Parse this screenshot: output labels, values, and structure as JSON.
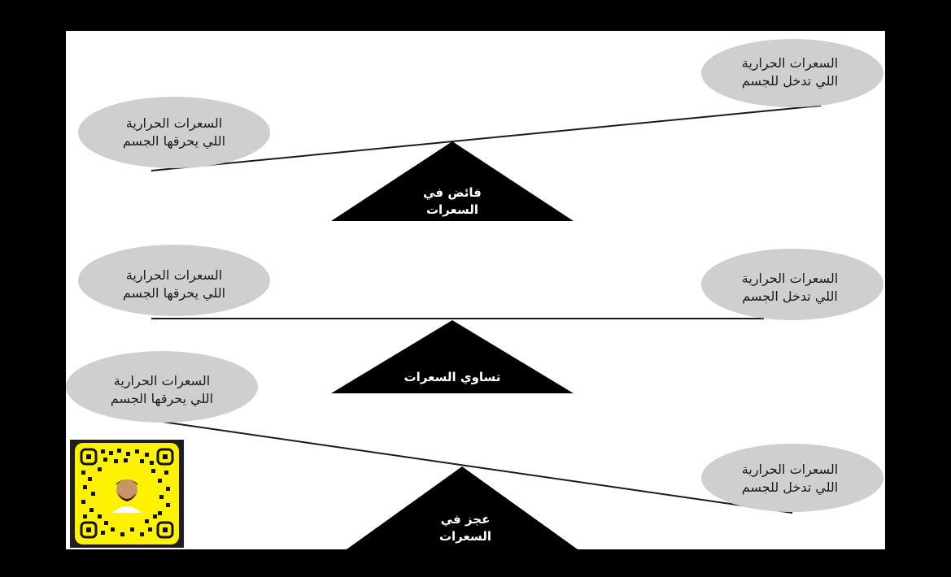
{
  "colors": {
    "background": "#000000",
    "canvas": "#ffffff",
    "ellipse_fill": "#cfcfcf",
    "beam": "#1a1a1a",
    "fulcrum": "#000000",
    "qr_yellow": "#fff200"
  },
  "diagrams": [
    {
      "state": "surplus",
      "left_ellipse": {
        "line1": "السعرات الحرارية",
        "line2": "اللي يحرقها الجسم"
      },
      "right_ellipse": {
        "line1": "السعرات الحرارية",
        "line2": "اللي تدخل للجسم"
      },
      "fulcrum": {
        "line1": "فائض في",
        "line2": "السعرات"
      }
    },
    {
      "state": "balance",
      "left_ellipse": {
        "line1": "السعرات الحرارية",
        "line2": "اللي يحرقها الجسم"
      },
      "right_ellipse": {
        "line1": "السعرات الحرارية",
        "line2": "اللي تدخل الجسم"
      },
      "fulcrum": {
        "line1": "تساوي السعرات",
        "line2": ""
      }
    },
    {
      "state": "deficit",
      "left_ellipse": {
        "line1": "السعرات الحرارية",
        "line2": "اللي يحرقها الجسم"
      },
      "right_ellipse": {
        "line1": "السعرات الحرارية",
        "line2": "اللي تدخل للجسم"
      },
      "fulcrum": {
        "line1": "عجز في",
        "line2": "السعرات"
      }
    }
  ],
  "qr_code": {
    "icon": "snapcode-qr-icon",
    "avatar_icon": "avatar-icon"
  }
}
